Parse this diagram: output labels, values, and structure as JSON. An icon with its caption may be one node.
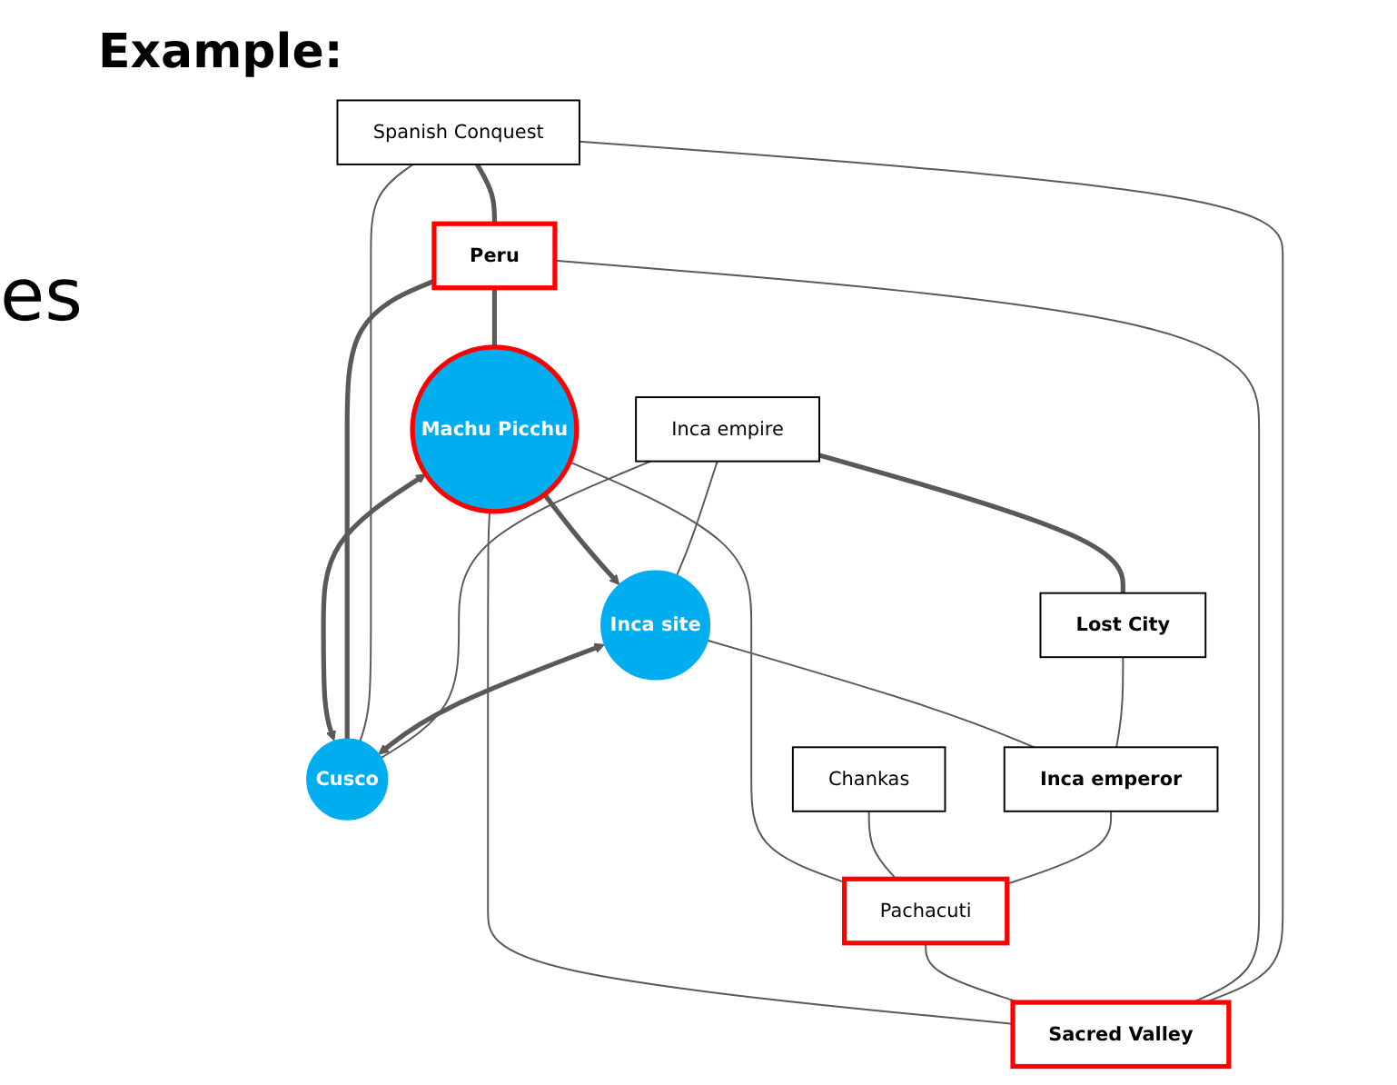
{
  "diagram": {
    "title": "Example:",
    "nodes": [
      {
        "text": [
          "Spanish Conquest"
        ]
      },
      {
        "text": [
          "Cusco"
        ]
      },
      {
        "text": [
          "Inca empire"
        ]
      },
      {
        "text": [
          "Inca site"
        ]
      },
      {
        "text": [
          "Peru"
        ]
      },
      {
        "text": [
          "Lost City"
        ]
      },
      {
        "text": [
          "Machu Picchu"
        ]
      },
      {
        "text": [
          "Inca emperor"
        ]
      },
      {
        "text": [
          "Chankas"
        ]
      },
      {
        "text": [
          "Pachacuti"
        ]
      },
      {
        "text": [
          "Sacred Valley"
        ]
      }
    ],
    "edges": [
      {
        "from": 2,
        "to": 1,
        "arrow": "none"
      },
      {
        "from": 1,
        "to": 0,
        "arrow": "none"
      },
      {
        "from": 2,
        "to": 3,
        "arrow": "none"
      },
      {
        "from": 3,
        "to": 1,
        "arrow": "both",
        "style": "thick"
      },
      {
        "from": 1,
        "to": 4,
        "arrow": "none",
        "style": "thick"
      },
      {
        "from": 0,
        "to": 4,
        "arrow": "none",
        "style": "thick"
      },
      {
        "from": 0,
        "to": 10,
        "arrow": "none"
      },
      {
        "from": 2,
        "to": 5,
        "arrow": "none",
        "style": "thick"
      },
      {
        "from": 6,
        "to": 3,
        "arrow": "to",
        "style": "thick"
      },
      {
        "from": 1,
        "to": 6,
        "arrow": "both",
        "style": "thick"
      },
      {
        "from": 4,
        "to": 6,
        "arrow": "none",
        "style": "thick"
      },
      {
        "from": 4,
        "to": 10,
        "arrow": "none"
      },
      {
        "from": 5,
        "to": 7,
        "arrow": "none"
      },
      {
        "from": 3,
        "to": 7,
        "arrow": "none"
      },
      {
        "from": 7,
        "to": 9,
        "arrow": "none"
      },
      {
        "from": 8,
        "to": 9,
        "arrow": "none"
      },
      {
        "from": 9,
        "to": 6,
        "arrow": "none"
      },
      {
        "from": 9,
        "to": 10,
        "arrow": "none"
      },
      {
        "from": 6,
        "to": 10,
        "arrow": "none"
      }
    ],
    "labels": [
      "es"
    ]
  }
}
